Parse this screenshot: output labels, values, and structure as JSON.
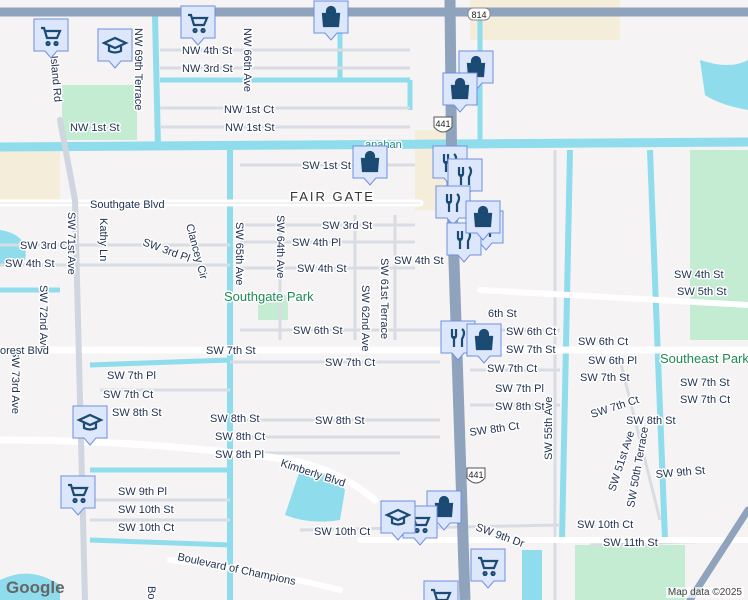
{
  "map": {
    "colors": {
      "land": "#f5f3f3",
      "water": "#8fdcec",
      "park": "#c3ecd2",
      "highway": "#8fa3bd",
      "road": "#ffffff",
      "minor_road": "#d9dde3",
      "commercial": "#f4edd9",
      "marker": "#dde7fb",
      "marker_icon": "#1b4a72"
    },
    "labels": [
      "NW 4th St",
      "NW 3rd St",
      "NW 1st Ct",
      "NW 1st St",
      "NW 1st St",
      "NW 66th Ave",
      "NW 69th Terrace",
      "Rock Island Rd",
      "SW 1st St",
      "FAIR GATE",
      "Southgate Blvd",
      "SW 3rd St",
      "SW 4th Pl",
      "SW 4th St",
      "SW 4th St",
      "SW 3rd Ct",
      "SW 4th St",
      "SW 3rd Pl",
      "Clancey Cir",
      "SW 65th Ave",
      "SW 64th Ave",
      "SW 62nd Ave",
      "SW 61st Terrace",
      "Kathy Ln",
      "SW 71st Ave",
      "SW 72nd Ave",
      "SW 73rd Ave",
      "Southgate Park",
      "SW 6th St",
      "SW 7th St",
      "orest Blvd",
      "SW 7th Ct",
      "SW 7th Pl",
      "SW 7th Ct",
      "SW 8th St",
      "SW 8th St",
      "SW 8th St",
      "SW 8th Ct",
      "SW 8th Pl",
      "Kimberly Blvd",
      "SW 9th Pl",
      "SW 10th St",
      "SW 10th Ct",
      "SW 10th Ct",
      "Boulevard of Champions",
      "SW 4th St",
      "SW 5th St",
      "6th St",
      "SW 6th Ct",
      "SW 7th St",
      "SW 7th Ct",
      "SW 7th Pl",
      "SW 8th St",
      "SW 8th Ct",
      "SW 55th Ave",
      "SW 6th Ct",
      "SW 6th Pl",
      "SW 7th St",
      "SW 7th Ct",
      "SW 8th St",
      "Southeast Park",
      "SW 7th St",
      "SW 7th Ct",
      "SW 51st Ave",
      "SW 50th Terrace",
      "SW 9th St",
      "SW 10th Ct",
      "SW 11th St",
      "SW 9th Dr",
      "Boul",
      "anahan"
    ],
    "shields": [
      "814",
      "441",
      "441"
    ],
    "markers": [
      "shopping-cart",
      "graduation-cap",
      "shopping-cart",
      "shopping-bag",
      "shopping-bag",
      "shopping-bag",
      "shopping-bag",
      "restaurant",
      "restaurant",
      "restaurant",
      "restaurant",
      "restaurant",
      "shopping-bag",
      "restaurant",
      "shopping-bag",
      "graduation-cap",
      "shopping-cart",
      "shopping-bag",
      "shopping-cart",
      "shopping-cart",
      "shopping-cart",
      "graduation-cap"
    ],
    "attribution": "Map data ©2025",
    "logo": "Google"
  }
}
